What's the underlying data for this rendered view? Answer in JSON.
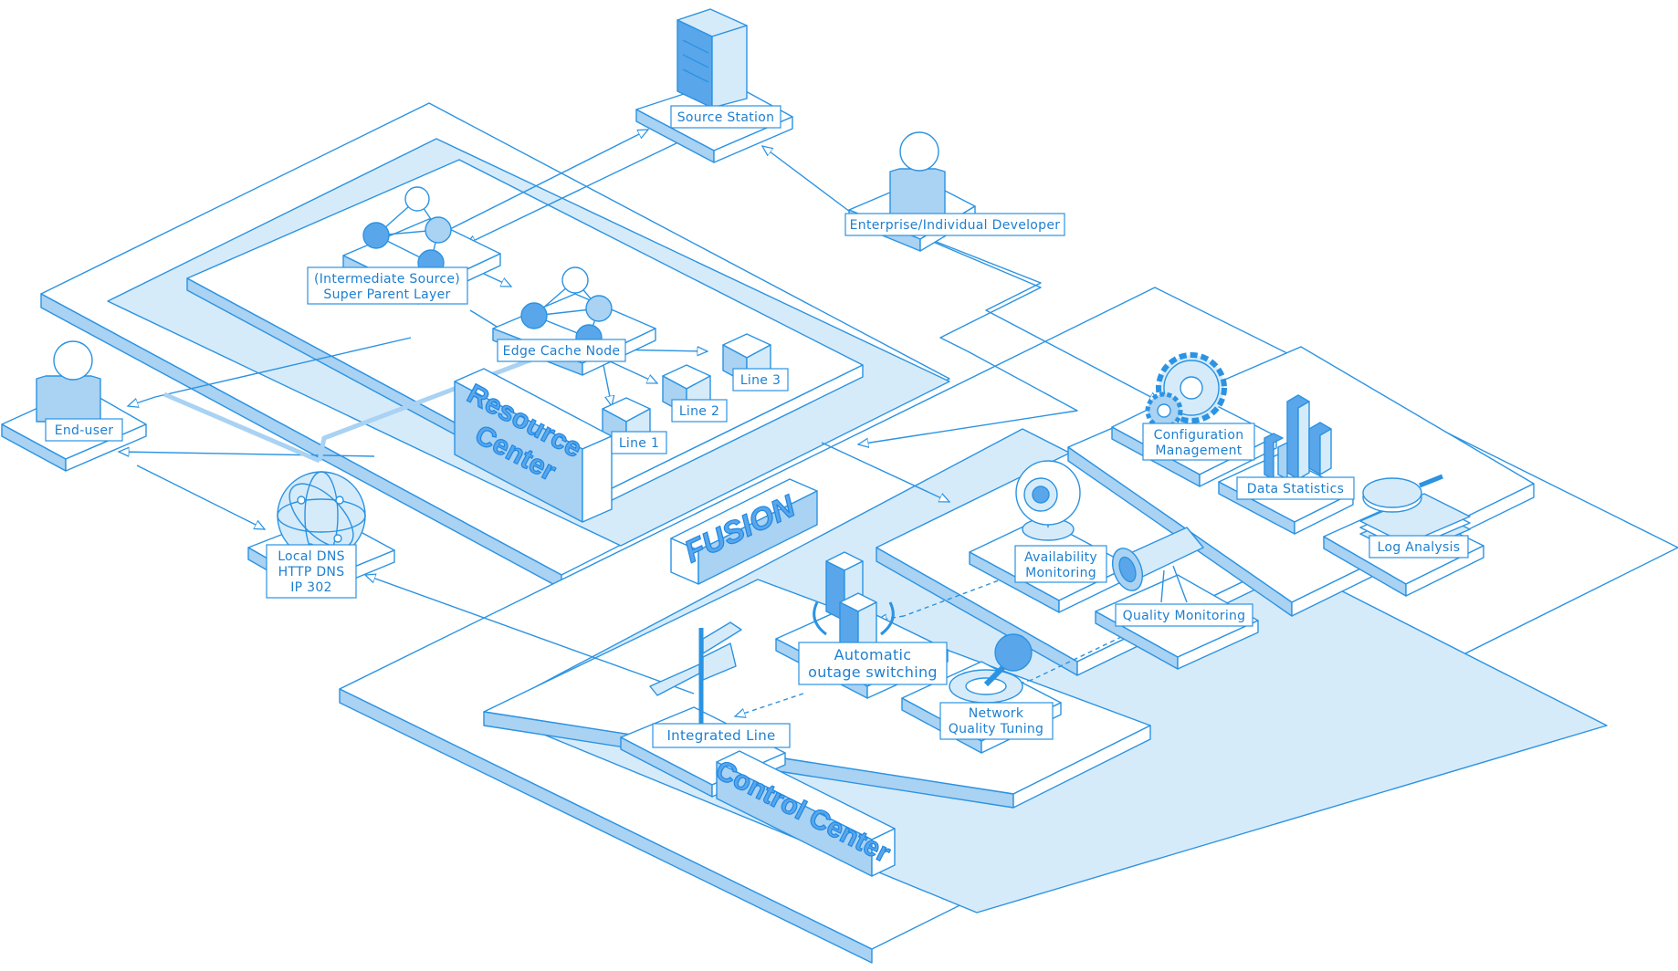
{
  "labels": {
    "source_station": "Source Station",
    "developer": "Enterprise/Individual Developer",
    "super_parent_1": "(Intermediate Source)",
    "super_parent_2": "Super Parent Layer",
    "edge_cache": "Edge Cache Node",
    "line1": "Line 1",
    "line2": "Line 2",
    "line3": "Line 3",
    "end_user": "End-user",
    "dns1": "Local DNS",
    "dns2": "HTTP DNS",
    "dns3": "IP 302",
    "resource_center_1": "Resource",
    "resource_center_2": "Center",
    "fusion": "FUSION",
    "config_1": "Configuration",
    "config_2": "Management",
    "data_stats": "Data Statistics",
    "log_analysis": "Log Analysis",
    "availability_1": "Availability",
    "availability_2": "Monitoring",
    "quality_monitoring": "Quality Monitoring",
    "auto_switch_1": "Automatic",
    "auto_switch_2": "outage switching",
    "network_tuning_1": "Network",
    "network_tuning_2": "Quality Tuning",
    "integrated_line": "Integrated Line",
    "control_center": "Control Center"
  },
  "colors": {
    "stroke": "#2b93e2",
    "fill_light": "#d6ebfa",
    "fill_mid": "#a9d2f3",
    "fill_dark": "#5aa6ea",
    "text": "#1e7fd0"
  }
}
